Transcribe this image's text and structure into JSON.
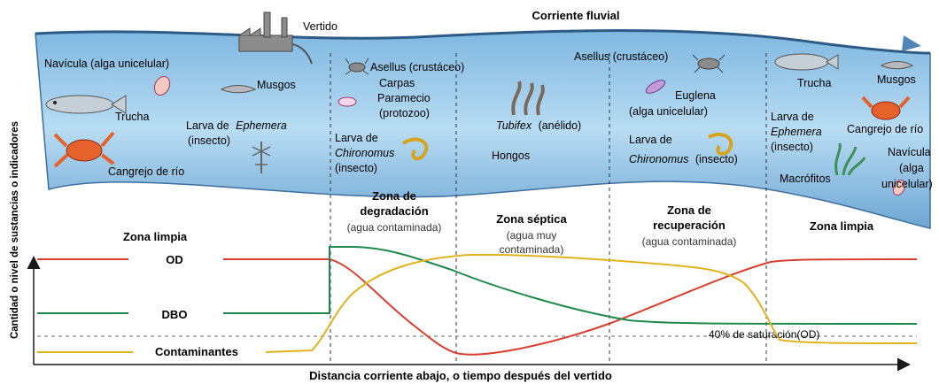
{
  "river": {
    "title": "Corriente fluvial",
    "discharge_label": "Vertido",
    "organisms": {
      "navicula_left": "Navícula (alga unicelular)",
      "trucha_left": "Trucha",
      "musgos_left": "Musgos",
      "larva_ephemera_left_a": "Larva de",
      "larva_ephemera_left_b": "Ephemera",
      "larva_ephemera_left_c": "(insecto)",
      "cangrejo_left": "Cangrejo de río",
      "asellus_deg": "Asellus (crustáceo)",
      "carpas": "Carpas",
      "paramecio_a": "Paramecio",
      "paramecio_b": "(protozoo)",
      "chironomus_deg_a": "Larva de",
      "chironomus_deg_b": "Chironomus",
      "chironomus_deg_c": "(insecto)",
      "tubifex_a": "Tubifex",
      "tubifex_b": "(anélido)",
      "hongos": "Hongos",
      "asellus_rec": "Asellus (crustáceo)",
      "euglena_a": "Euglena",
      "euglena_b": "(alga unicelular)",
      "chironomus_rec_a": "Larva de",
      "chironomus_rec_b": "Chironomus",
      "chironomus_rec_c": "(insecto)",
      "trucha_right": "Trucha",
      "musgos_right": "Musgos",
      "larva_ephemera_right_a": "Larva de",
      "larva_ephemera_right_b": "Ephemera",
      "larva_ephemera_right_c": "(insecto)",
      "cangrejo_right": "Cangrejo de río",
      "navicula_right_a": "Navícula",
      "navicula_right_b": "(alga",
      "navicula_right_c": "unicelular)",
      "macrofitos": "Macrófitos"
    }
  },
  "zones": [
    {
      "title": "Zona limpia",
      "subtitle": ""
    },
    {
      "title": "Zona de degradación",
      "title_a": "Zona de",
      "title_b": "degradación",
      "subtitle": "(agua contaminada)"
    },
    {
      "title": "Zona séptica",
      "subtitle_a": "(agua muy",
      "subtitle_b": "contaminada)"
    },
    {
      "title": "Zona de recuperación",
      "title_a": "Zona de",
      "title_b": "recuperación",
      "subtitle": "(agua contaminada)"
    },
    {
      "title": "Zona limpia",
      "subtitle": ""
    }
  ],
  "graph": {
    "y_axis_label": "Cantidad o nivel de sustancias o indicadores",
    "x_axis_label": "Distancia corriente abajo, o tiempo después del vertido",
    "saturation_label": "40% de saturación(OD)",
    "curves": [
      {
        "name": "OD",
        "color": "#d94032"
      },
      {
        "name": "DBO",
        "color": "#1f8a4c"
      },
      {
        "name": "Contaminantes",
        "color": "#e0b21e"
      }
    ]
  },
  "colors": {
    "water": "#a9d3ee",
    "water_dark": "#4e86b8",
    "od": "#d94032",
    "dbo": "#1f8a4c",
    "contaminantes": "#e0b21e"
  }
}
